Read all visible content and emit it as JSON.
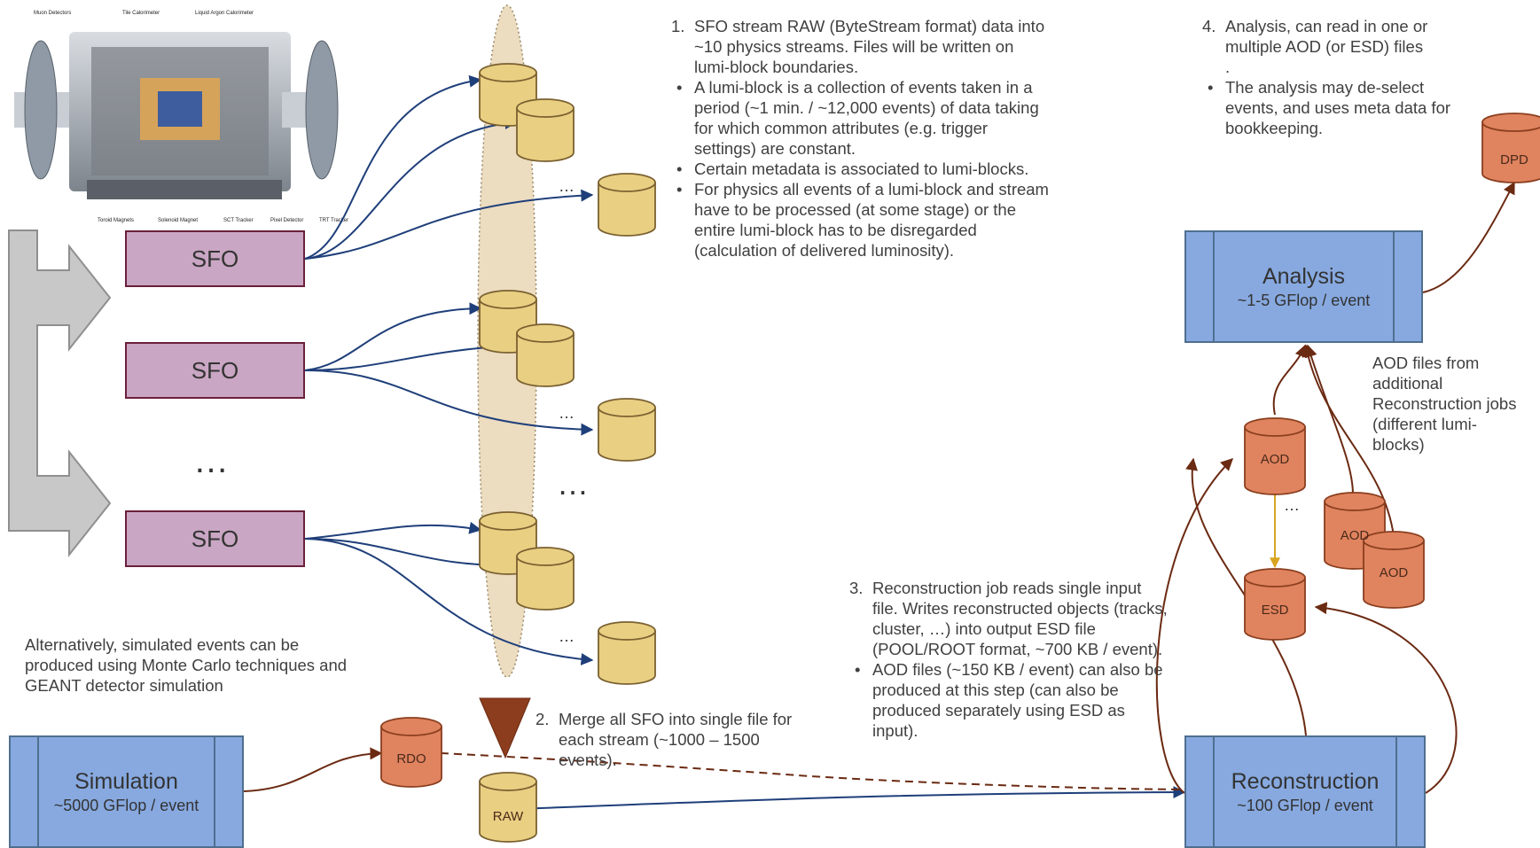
{
  "sfo_boxes": [
    "SFO",
    "SFO",
    "SFO"
  ],
  "sfo_gap_dots": "…",
  "stream_gap_dots": [
    "…",
    "…",
    "…"
  ],
  "stream_group_gap_dots": "…",
  "aod_gap_dots": "…",
  "detector_labels": {
    "muon": "Muon Detectors",
    "tile": "Tile Calorimeter",
    "lar": "Liquid Argon Calorimeter",
    "toroid": "Toroid Magnets",
    "solenoid": "Solenoid Magnet",
    "sct": "SCT Tracker",
    "pixel": "Pixel Detector",
    "trt": "TRT Tracker"
  },
  "step1": {
    "number": "1.",
    "lead": "SFO stream RAW  (ByteStream format) data into ~10 physics streams. Files will be written on lumi-block boundaries.",
    "bullets": [
      "A lumi-block is a collection of events taken in a period (~1 min. / ~12,000 events) of  data taking for which  common attributes (e.g. trigger settings) are constant.",
      "Certain metadata is associated to lumi-blocks.",
      "For physics all events of a lumi-block and stream have to be processed (at some stage) or the entire lumi-block has to be disregarded (calculation of delivered luminosity)."
    ]
  },
  "step2": {
    "number": "2.",
    "text": "Merge all SFO into single file for each stream (~1000 – 1500 events)."
  },
  "step3": {
    "number": "3.",
    "lead": "Reconstruction job reads single input file. Writes reconstructed objects (tracks, cluster, …) into output ESD file  (POOL/ROOT format, ~700 KB / event).",
    "bullets": [
      "AOD files (~150 KB / event) can also be produced at this step (can also be produced separately using ESD as input)."
    ]
  },
  "step4": {
    "number": "4.",
    "lead": "Analysis, can read in one or multiple AOD (or ESD) files",
    "stray": ".",
    "bullets": [
      "The analysis may de-select events, and uses meta data for bookkeeping."
    ]
  },
  "simulation_note": "Alternatively, simulated events can be produced using Monte Carlo techniques and GEANT detector simulation",
  "aod_note": "AOD files from additional Reconstruction jobs (different lumi-blocks)",
  "analysis": {
    "title": "Analysis",
    "subtitle": "~1-5 GFlop / event"
  },
  "reconstruction": {
    "title": "Reconstruction",
    "subtitle": "~100 GFlop / event"
  },
  "simulation": {
    "title": "Simulation",
    "subtitle": "~5000 GFlop / event"
  },
  "cylinders": {
    "dpd": "DPD",
    "rdo": "RDO",
    "raw": "RAW",
    "aod1": "AOD",
    "aod2": "AOD",
    "aod3": "AOD",
    "esd": "ESD"
  },
  "colors": {
    "sfo_fill": "#c9a6c3",
    "sfo_border": "#6b1f3b",
    "process_fill": "#87a9e0",
    "stream_cylinder": "#e8cf82",
    "file_cylinder": "#e0835f",
    "blue_arrow": "#1f3f7a",
    "brown_arrow": "#6b2a12",
    "merge_triangle": "#8c3d1e"
  }
}
